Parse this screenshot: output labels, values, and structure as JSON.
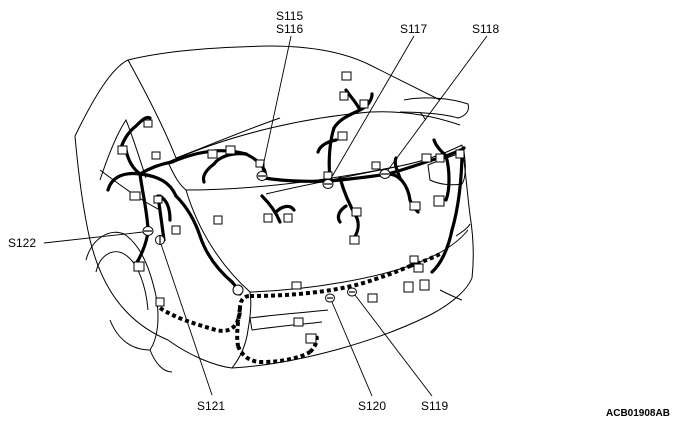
{
  "diagram": {
    "splice_labels": {
      "s115": "S115",
      "s116": "S116",
      "s117": "S117",
      "s118": "S118",
      "s119": "S119",
      "s120": "S120",
      "s121": "S121",
      "s122": "S122"
    },
    "figure_code": "ACB01908AB"
  }
}
